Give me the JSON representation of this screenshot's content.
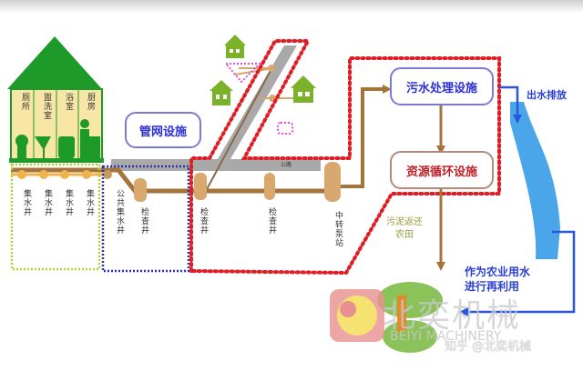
{
  "diagram": {
    "house": {
      "rooms": [
        "厕所",
        "盥洗室",
        "浴室",
        "厨房"
      ],
      "roof_color": "#1e9a2a",
      "wall_color": "#f8e6a6"
    },
    "collection_wells": [
      "集水井",
      "集水井",
      "集水井",
      "集水井"
    ],
    "public_well": "公共集水井",
    "inspection_wells": [
      "检查井",
      "检查井",
      "检查井"
    ],
    "relay_pump_station": "中转泵站",
    "road_label": "公路",
    "pipe_network_box": "管网设施",
    "sewage_treatment_box": "污水处理设施",
    "resource_recycle_box": "资源循环设施",
    "discharge_label": "出水排放",
    "sludge_label_line1": "污泥返还",
    "sludge_label_line2": "农田",
    "reuse_label_line1": "作为农业用水",
    "reuse_label_line2": "进行再利用",
    "watermark": {
      "cn": "北奕机械",
      "en": "BEIYI MACHINERY",
      "zhihu": "知乎 @北奕机械"
    },
    "colors": {
      "green_zone": "#b5d334",
      "blue_zone": "#2b2fb8",
      "red_zone": "#e01c24",
      "pipe": "#a5743a",
      "river": "#4aa6e8",
      "arrow_blue": "#2b55e0"
    }
  }
}
